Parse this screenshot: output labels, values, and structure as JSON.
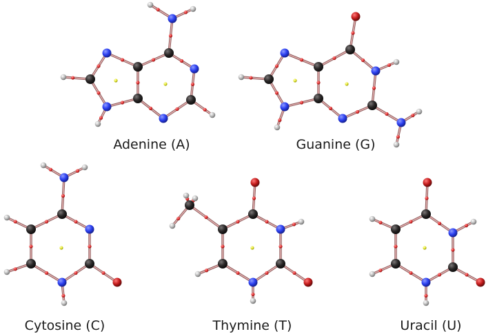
{
  "figure": {
    "molecules": [
      {
        "id": "adenine",
        "label": "Adenine (A)"
      },
      {
        "id": "guanine",
        "label": "Guanine (G)"
      },
      {
        "id": "cytosine",
        "label": "Cytosine (C)"
      },
      {
        "id": "thymine",
        "label": "Thymine (T)"
      },
      {
        "id": "uracil",
        "label": "Uracil (U)"
      }
    ],
    "colors": {
      "carbon": "#1e1c1c",
      "nitrogen": "#2b3ff0",
      "oxygen": "#b81a1a",
      "hydrogen": "#b9b9b9",
      "bond_critical_point": "#e23b3b",
      "ring_critical_point": "#e6ea2a",
      "bond": "#d9a3a3"
    }
  }
}
